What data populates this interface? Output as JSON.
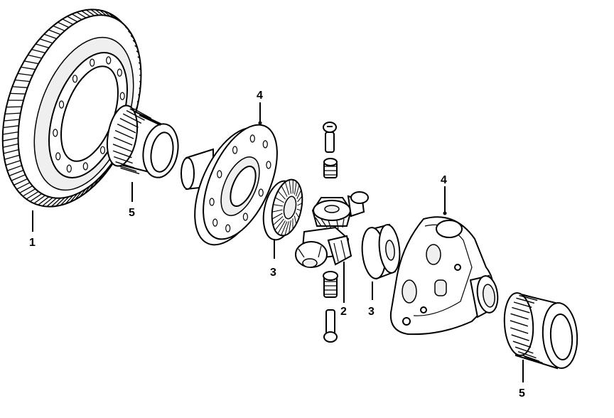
{
  "callouts": [
    {
      "id": "label-1-ring-gear",
      "text": "1"
    },
    {
      "id": "label-5-bearing-left",
      "text": "5"
    },
    {
      "id": "label-4-flange-case",
      "text": "4"
    },
    {
      "id": "label-3-side-gear-left",
      "text": "3"
    },
    {
      "id": "label-2-pinion-set",
      "text": "2"
    },
    {
      "id": "label-3-side-gear-right",
      "text": "3"
    },
    {
      "id": "label-4-differential-case",
      "text": "4"
    },
    {
      "id": "label-5-bearing-right",
      "text": "5"
    }
  ],
  "colors": {
    "line": "#000000",
    "background": "#ffffff",
    "shade": "#efefef"
  }
}
